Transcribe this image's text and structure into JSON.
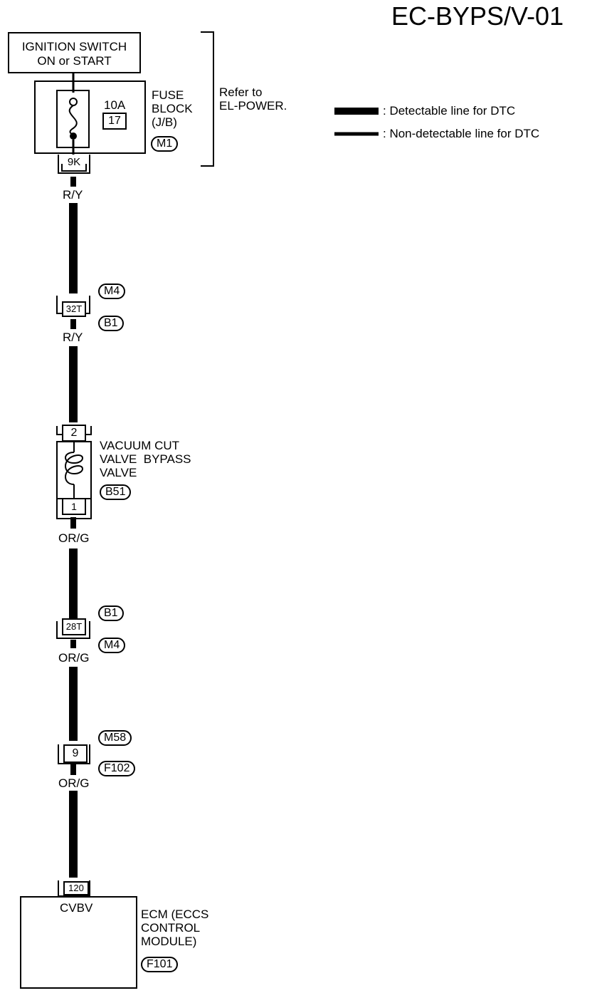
{
  "title": "EC-BYPS/V-01",
  "ignition": {
    "line1": "IGNITION SWITCH",
    "line2": "ON or START"
  },
  "fuse": {
    "rating": "10A",
    "number": "17",
    "label1": "FUSE",
    "label2": "BLOCK",
    "label3": "(J/B)",
    "connector": "M1",
    "pin": "9K",
    "refer1": "Refer to",
    "refer2": "EL-POWER."
  },
  "legend": {
    "detectable": ": Detectable line for DTC",
    "non_detectable": ": Non-detectable line for DTC"
  },
  "wires": {
    "w1": "R/Y",
    "w2": "R/Y",
    "w3": "OR/G",
    "w4": "OR/G",
    "w5": "OR/G"
  },
  "joint1": {
    "pin": "32T",
    "conn_top": "M4",
    "conn_bottom": "B1"
  },
  "valve": {
    "pin_top": "2",
    "pin_bottom": "1",
    "name1": "VACUUM CUT",
    "name2": "VALVE  BYPASS",
    "name3": "VALVE",
    "connector": "B51"
  },
  "joint2": {
    "pin": "28T",
    "conn_top": "B1",
    "conn_bottom": "M4"
  },
  "joint3": {
    "pin": "9",
    "conn_top": "M58",
    "conn_bottom": "F102"
  },
  "ecm": {
    "pin": "120",
    "terminal": "CVBV",
    "name1": "ECM (ECCS",
    "name2": "CONTROL",
    "name3": "MODULE)",
    "connector": "F101"
  }
}
